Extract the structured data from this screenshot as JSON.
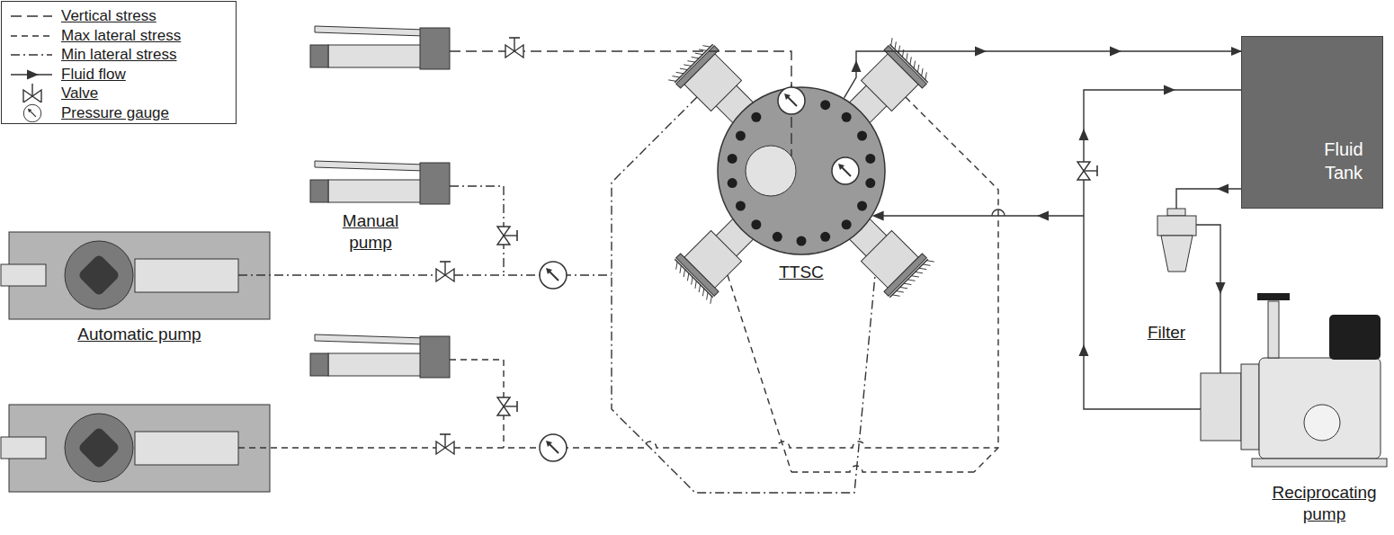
{
  "diagram": {
    "nodes": [
      {
        "text": [
          "TTSC"
        ]
      },
      {
        "text": [
          "Fluid Tank"
        ]
      }
    ],
    "edges": [
      {
        "from": 0,
        "to": 1,
        "arrow": "to"
      }
    ],
    "labels": [
      "Manual pump",
      "Automatic pump",
      "Filter",
      "Reciprocating pump"
    ],
    "legend": [
      {
        "text": "Vertical stress"
      },
      {
        "text": "Max lateral stress"
      },
      {
        "text": "Min lateral stress"
      },
      {
        "text": "Fluid flow"
      },
      {
        "text": "Valve"
      },
      {
        "text": "Pressure gauge"
      }
    ]
  }
}
